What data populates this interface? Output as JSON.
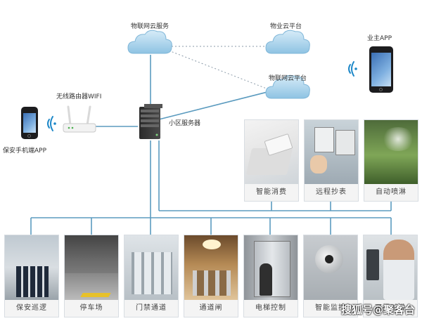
{
  "nodes": {
    "iot_cloud_top": "物联网云服务",
    "property_cloud": "物业云平台",
    "iot_cloud_right": "物联网云平台",
    "owner_app": "业主APP",
    "router": "无线路由器WIFI",
    "server": "小区服务器",
    "guard_app": "保安手机端APP"
  },
  "top_services": [
    "智能消费",
    "远程抄表",
    "自动喷淋"
  ],
  "bottom_services": [
    "保安巡逻",
    "停车场",
    "门禁通道",
    "通道闸",
    "电梯控制",
    "智能监控",
    "可视对讲"
  ],
  "watermark": "搜狐号@聚客台",
  "colors": {
    "cloud": "#a7cfe8",
    "line": "#5b9bbf",
    "card_border": "#d8dde2"
  }
}
